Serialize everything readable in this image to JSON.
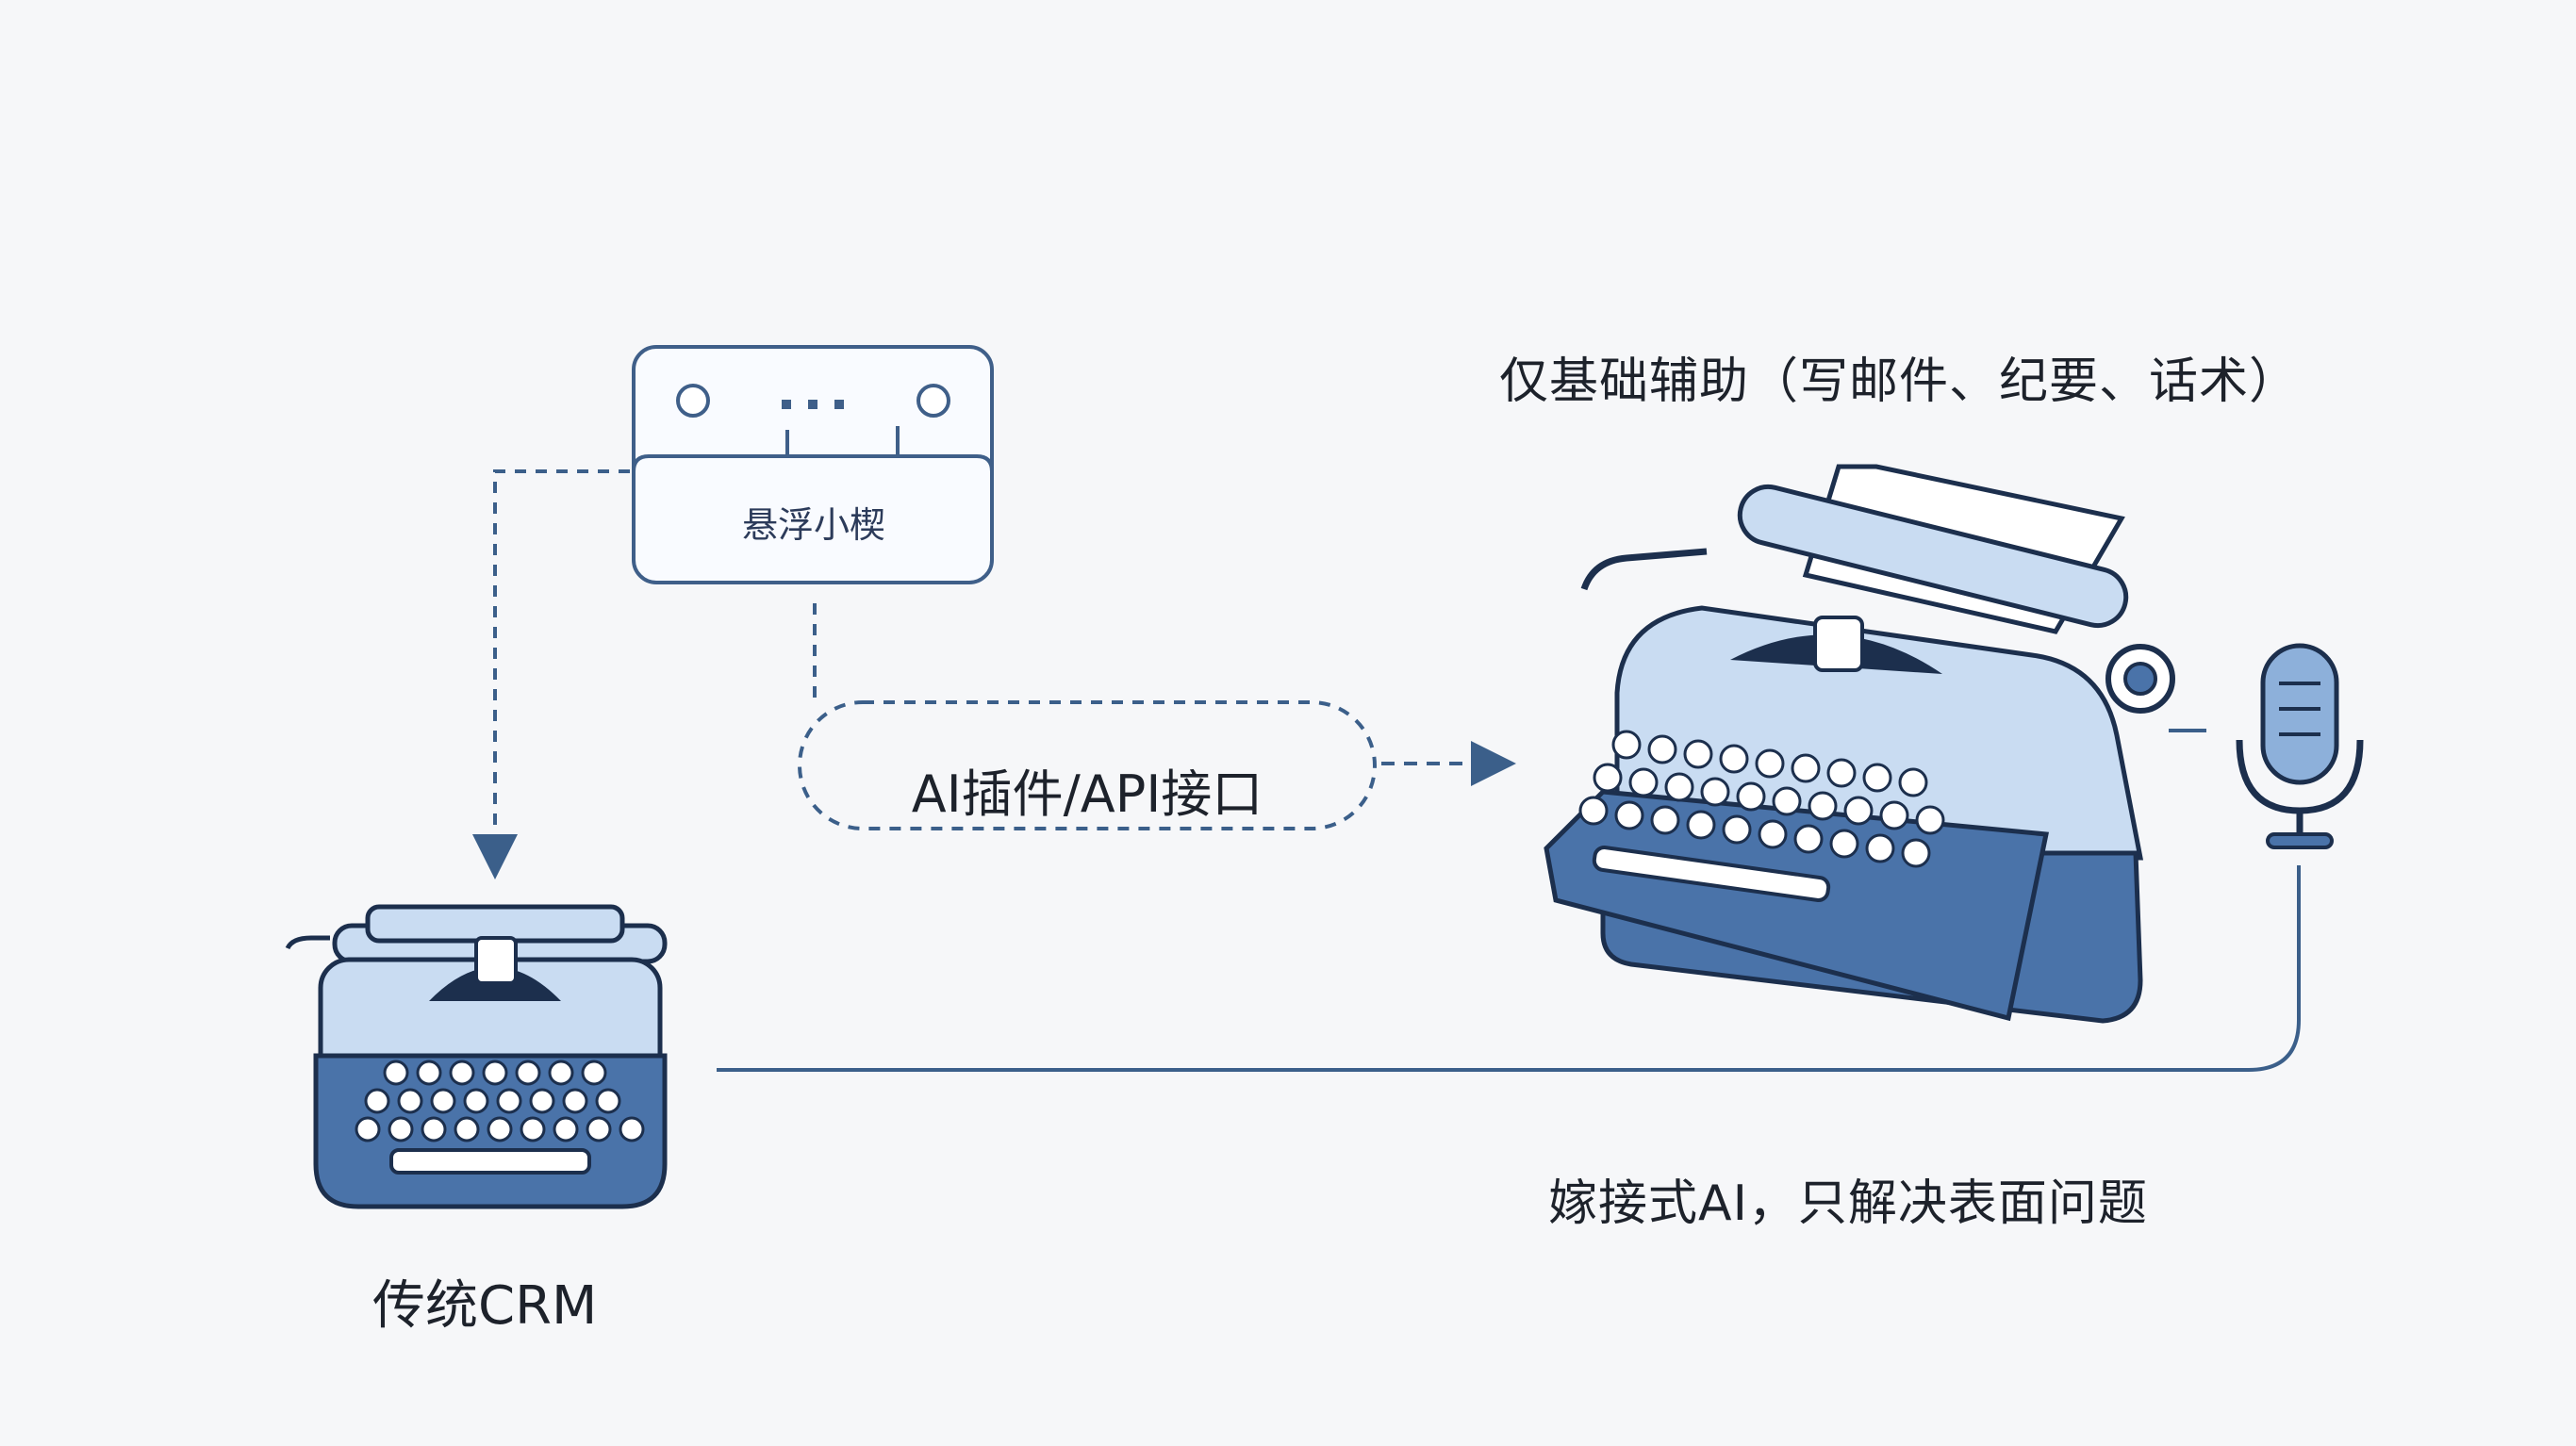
{
  "labels": {
    "top_caption": "仅基础辅助（写邮件、纪要、话术）",
    "bottom_caption": "嫁接式AI，只解决表面问题",
    "crm_caption": "传统CRM",
    "plugin_label": "AI插件/API接口",
    "floating_label": "悬浮小楔"
  },
  "icons": {
    "floating_widget_dots": "•••",
    "large_typewriter": "typewriter-icon",
    "small_typewriter": "typewriter-icon",
    "microphone": "microphone-icon"
  },
  "colors": {
    "line": "#3b5f8a",
    "dark_blue": "#4a73a9",
    "light_blue": "#c9dcf2",
    "outline": "#1c2f4d",
    "paper": "#ffffff"
  }
}
